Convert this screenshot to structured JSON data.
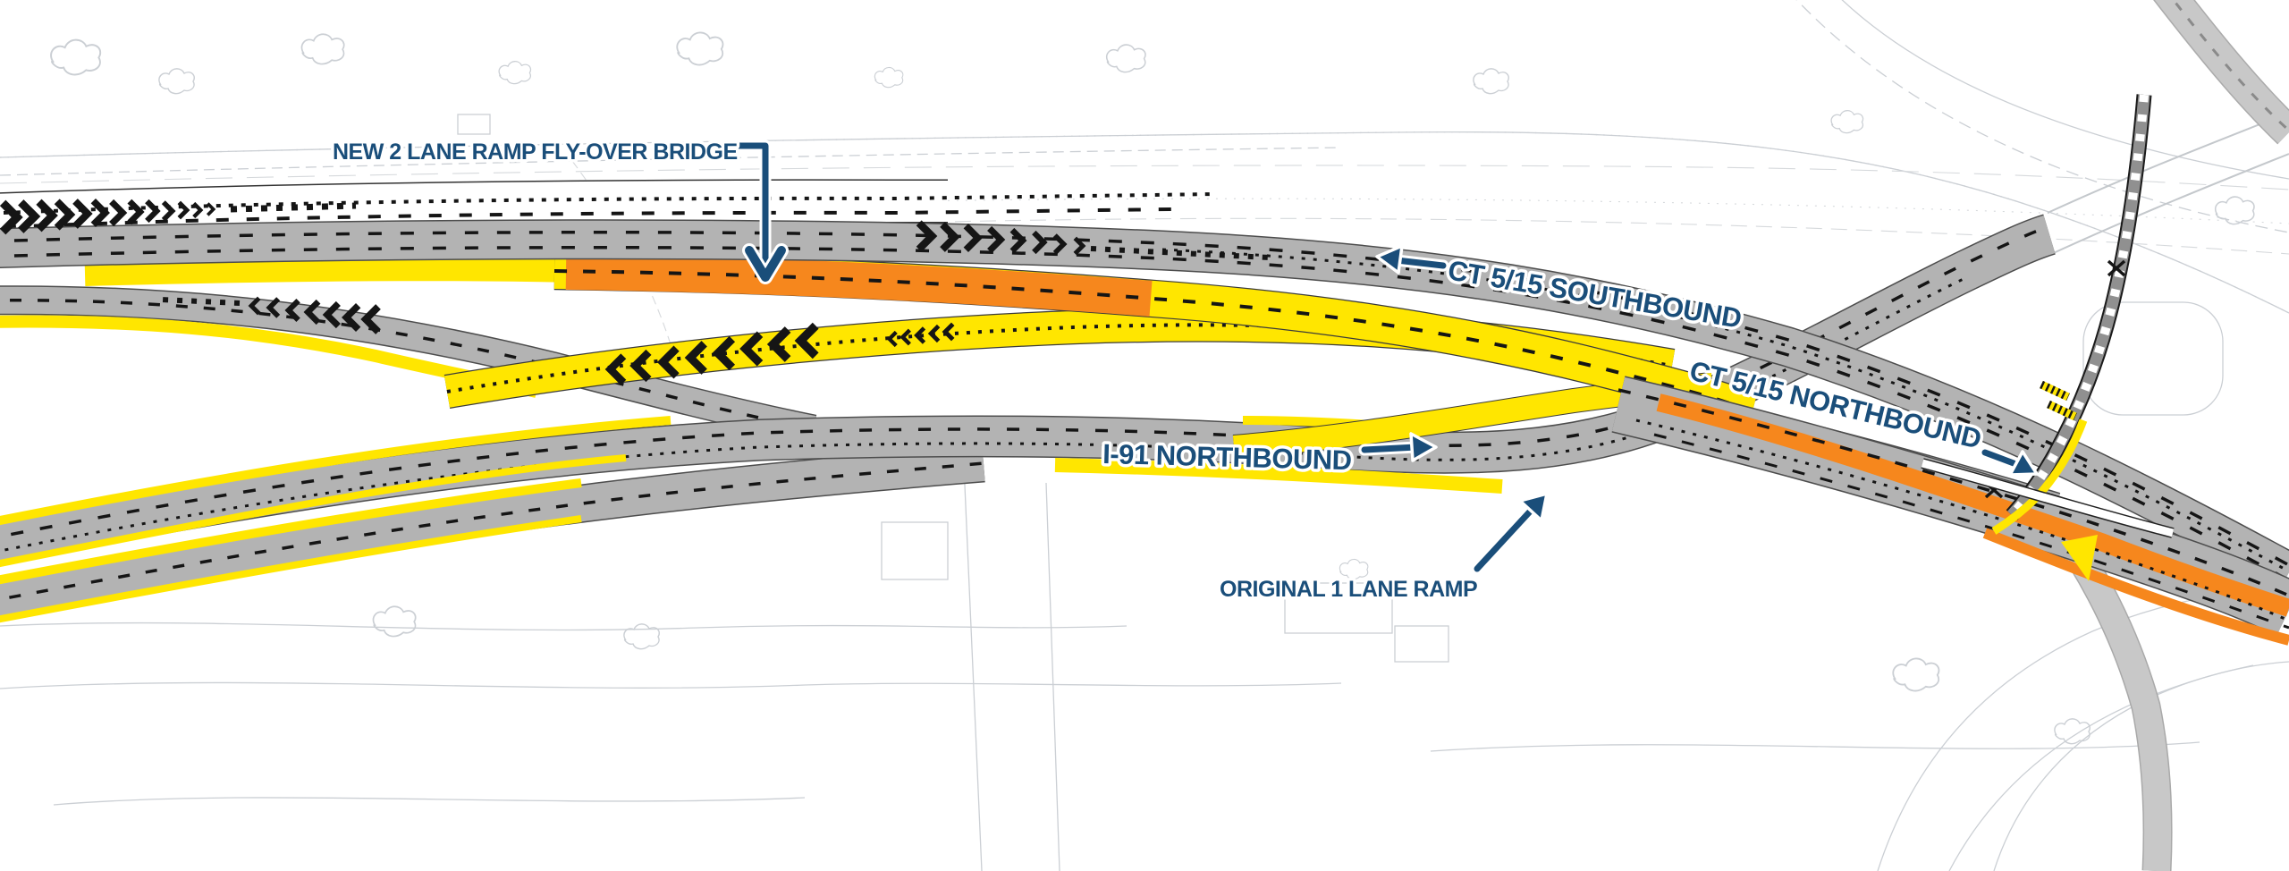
{
  "diagram": {
    "annotations": {
      "flyover_bridge": {
        "text": "NEW 2 LANE RAMP FLY-OVER BRIDGE",
        "arrow_direction": "down"
      },
      "ct515_southbound": {
        "text": "CT 5/15 SOUTHBOUND",
        "arrow_direction": "left"
      },
      "ct515_northbound": {
        "text": "CT 5/15 NORTHBOUND",
        "arrow_direction": "down-right"
      },
      "i91_northbound": {
        "text": "I-91 NORTHBOUND",
        "arrow_direction": "right"
      },
      "original_ramp": {
        "text": "ORIGINAL 1 LANE RAMP",
        "arrow_direction": "up-right"
      }
    },
    "highlight_colors": {
      "label_blue": "#1A4E7A",
      "construction_yellow": "#FFE600",
      "bridge_orange": "#F6871D",
      "road_gray": "#B3B3B3",
      "marking_black": "#151515",
      "background_linework": "#CBCFD4"
    },
    "highlighted_routes": [
      {
        "label": "CT 5/15 SOUTHBOUND",
        "highlight": "gray"
      },
      {
        "label": "CT 5/15 NORTHBOUND",
        "highlight": "orange"
      },
      {
        "label": "I-91 NORTHBOUND",
        "highlight": "gray"
      },
      {
        "label": "NEW 2 LANE RAMP FLY-OVER BRIDGE",
        "highlight": "orange"
      },
      {
        "label": "ORIGINAL 1 LANE RAMP",
        "highlight": "yellow"
      }
    ]
  }
}
